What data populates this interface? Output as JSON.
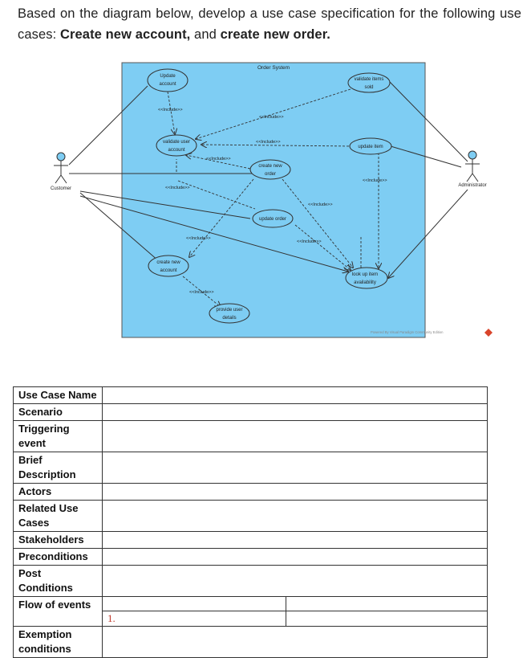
{
  "prompt": {
    "text_before": "Based on the diagram below, develop a use case specification for the following use cases: ",
    "case1": "Create new account,",
    "text_mid": " and ",
    "case2": "create new order."
  },
  "diagram": {
    "title": "Order System",
    "actors": {
      "customer": "Customer",
      "administrator": "Administrator"
    },
    "use_cases": {
      "update_account": [
        "Update",
        "account"
      ],
      "validate_user_account": [
        "validate user",
        "account"
      ],
      "create_new_order": [
        "create new",
        "order"
      ],
      "update_order": [
        "update order"
      ],
      "create_new_account": [
        "create new",
        "account"
      ],
      "provide_user_details": [
        "provide user",
        "details"
      ],
      "validate_items_sold": [
        "validate items",
        "sold"
      ],
      "update_item": [
        "update item"
      ],
      "look_up_item_availability": [
        "look up item",
        "availability"
      ]
    },
    "include_label": "<<Include>>",
    "watermark": "Powered By Visual Paradigm Community Edition",
    "colors": {
      "system_fill": "#7ecdf3",
      "use_case_fill": "#7ecdf3",
      "actor_head": "#7ecdf3",
      "watermark_logo": "#d9442b"
    }
  },
  "table": {
    "rows": [
      {
        "label": "Use Case Name"
      },
      {
        "label": "Scenario"
      },
      {
        "label": "Triggering event"
      },
      {
        "label": "Brief Description"
      },
      {
        "label": "Actors"
      },
      {
        "label": "Related Use Cases"
      },
      {
        "label": "Stakeholders"
      },
      {
        "label": "Preconditions"
      },
      {
        "label": "Post Conditions"
      },
      {
        "label": "Flow of events"
      },
      {
        "label": "Exemption conditions"
      }
    ],
    "flow_step": "1."
  }
}
